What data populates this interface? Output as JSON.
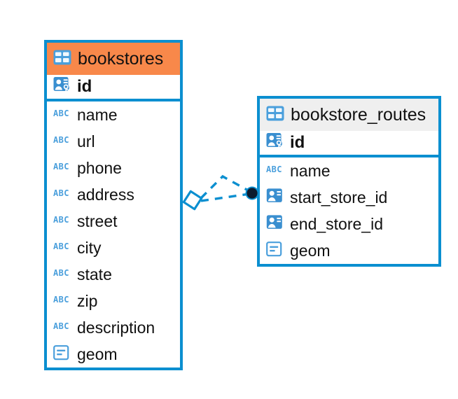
{
  "diagram": {
    "type": "entity-relationship-diagram",
    "background": "#ffffff",
    "accent_color": "#0b8fd0",
    "highlight_color": "#f8884a",
    "header_grey": "#efefef"
  },
  "tables": [
    {
      "name": "bookstores",
      "header_style": "orange",
      "fields": [
        {
          "name": "id",
          "icon": "primary-key-icon",
          "key": true
        },
        {
          "name": "name",
          "icon": "abc-icon",
          "key": false
        },
        {
          "name": "url",
          "icon": "abc-icon",
          "key": false
        },
        {
          "name": "phone",
          "icon": "abc-icon",
          "key": false
        },
        {
          "name": "address",
          "icon": "abc-icon",
          "key": false
        },
        {
          "name": "street",
          "icon": "abc-icon",
          "key": false
        },
        {
          "name": "city",
          "icon": "abc-icon",
          "key": false
        },
        {
          "name": "state",
          "icon": "abc-icon",
          "key": false
        },
        {
          "name": "zip",
          "icon": "abc-icon",
          "key": false
        },
        {
          "name": "description",
          "icon": "abc-icon",
          "key": false
        },
        {
          "name": "geom",
          "icon": "geometry-icon",
          "key": false
        }
      ]
    },
    {
      "name": "bookstore_routes",
      "header_style": "grey",
      "fields": [
        {
          "name": "id",
          "icon": "primary-key-icon",
          "key": true
        },
        {
          "name": "name",
          "icon": "abc-icon",
          "key": false
        },
        {
          "name": "start_store_id",
          "icon": "foreign-key-icon",
          "key": false
        },
        {
          "name": "end_store_id",
          "icon": "foreign-key-icon",
          "key": false
        },
        {
          "name": "geom",
          "icon": "geometry-icon",
          "key": false
        }
      ]
    }
  ],
  "relationship": {
    "from_table": "bookstores",
    "to_table": "bookstore_routes",
    "line_style": "dashed",
    "color": "#0b8fd0",
    "source_marker": "diamond-marker",
    "target_marker": "filled-circle-marker",
    "target_marker_color": "#0d1b2e"
  }
}
